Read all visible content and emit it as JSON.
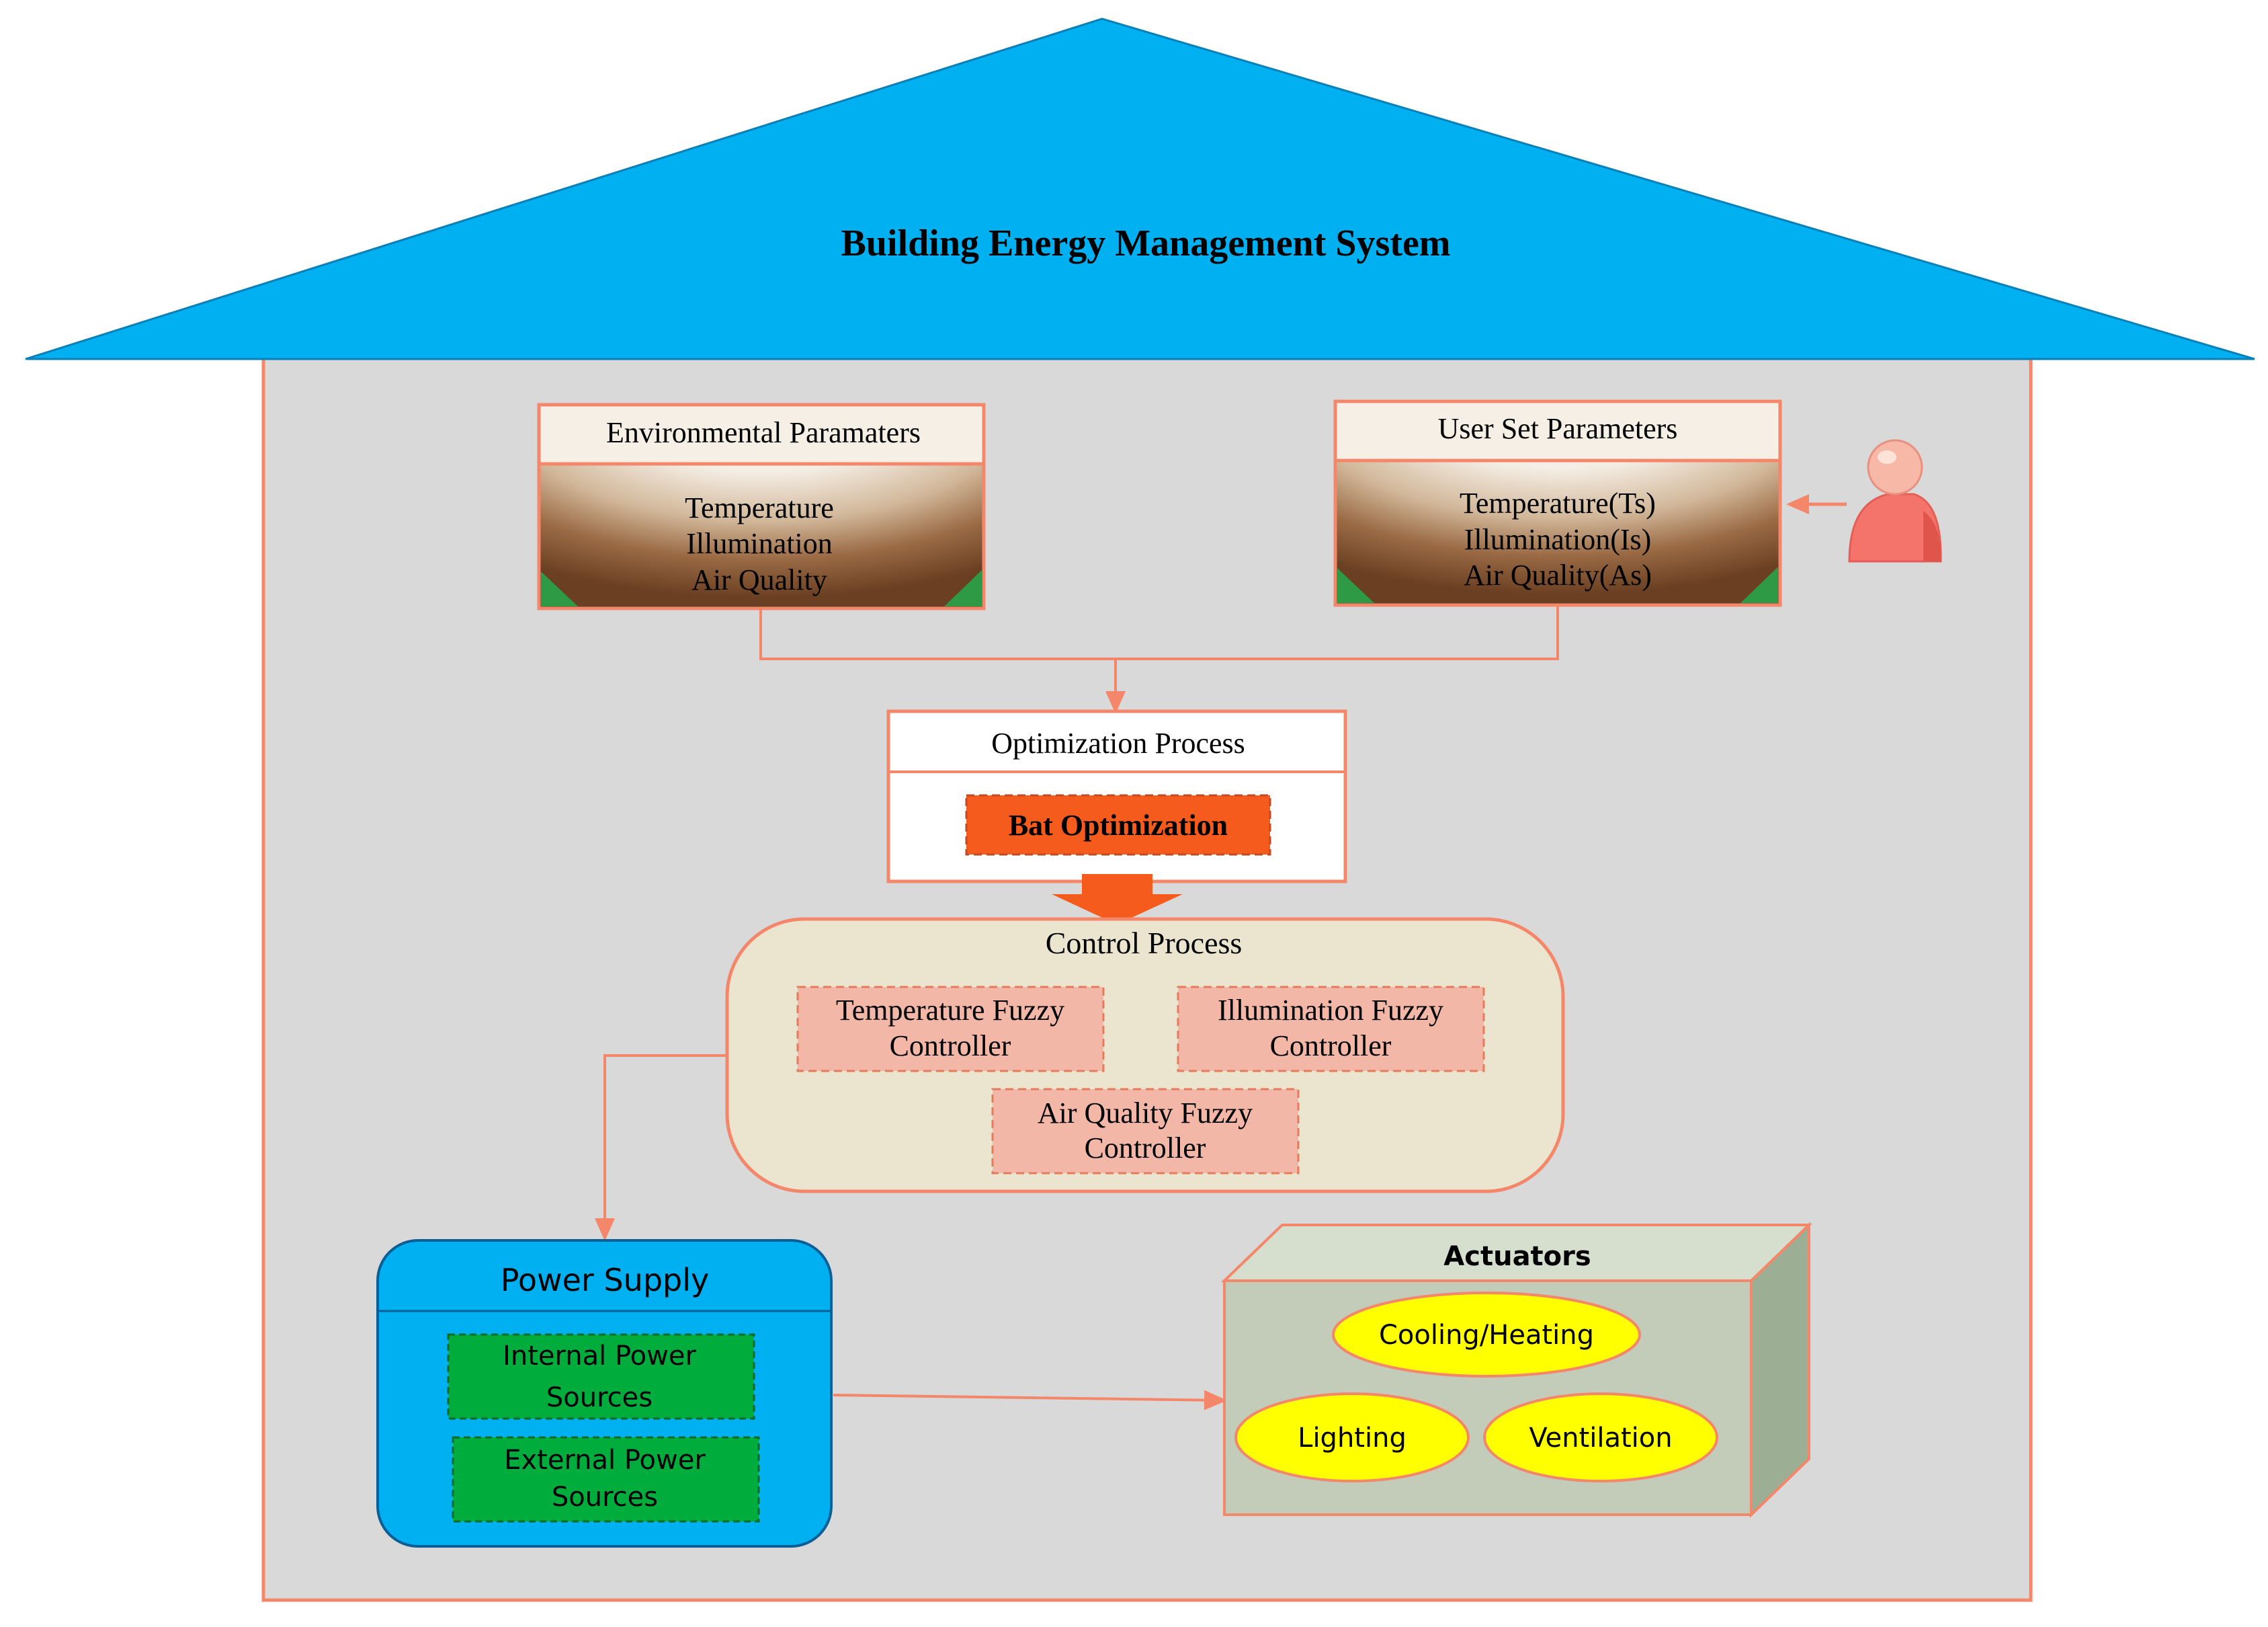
{
  "title": "Building Energy Management System",
  "environmental": {
    "header": "Environmental Paramaters",
    "lines": [
      "Temperature",
      "Illumination",
      "Air Quality"
    ]
  },
  "user_set": {
    "header": "User Set Parameters",
    "lines": [
      "Temperature(Ts)",
      "Illumination(Is)",
      "Air Quality(As)"
    ]
  },
  "user_icon": "user-icon",
  "optimization": {
    "header": "Optimization Process",
    "method": "Bat Optimization"
  },
  "control": {
    "header": "Control Process",
    "temperature_controller": [
      "Temperature Fuzzy",
      "Controller"
    ],
    "illumination_controller": [
      "Illumination Fuzzy",
      "Controller"
    ],
    "air_quality_controller": [
      "Air Quality Fuzzy",
      "Controller"
    ]
  },
  "power_supply": {
    "header": "Power Supply",
    "internal": [
      "Internal Power",
      "Sources"
    ],
    "external": [
      "External Power",
      "Sources"
    ]
  },
  "actuators": {
    "header": "Actuators",
    "cooling_heating": "Cooling/Heating",
    "lighting": "Lighting",
    "ventilation": "Ventilation"
  },
  "colors": {
    "roof": "#00b0f0",
    "house_body": "#d9d9d9",
    "border": "#f4876a",
    "bat_fill": "#f65b1e",
    "control_fill": "#ebe5cf",
    "controller_fill": "#f2b7a7",
    "power_fill": "#00b0f0",
    "source_fill": "#00ac3c",
    "actuator_front": "#c3cbb9",
    "actuator_side": "#9cae94",
    "actuator_top": "#d6dece",
    "ellipse_fill": "#ffff00"
  }
}
